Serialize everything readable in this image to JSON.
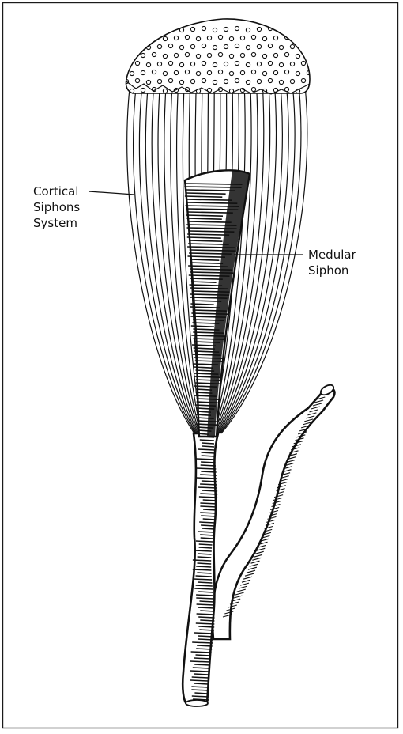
{
  "labels": {
    "cortical": [
      "Cortical",
      "Siphons",
      "System"
    ],
    "medular": [
      "Medular",
      "Siphon"
    ]
  },
  "colors": {
    "ink": "#111111",
    "paper": "#ffffff",
    "frame": "#1a1a1a"
  },
  "icons": {
    "utricles": "dotted-cap-pattern"
  }
}
